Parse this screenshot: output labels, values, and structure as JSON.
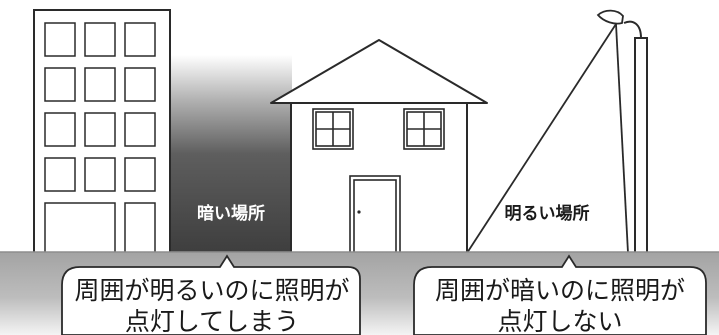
{
  "labels": {
    "dark_place": "暗い場所",
    "bright_place": "明るい場所"
  },
  "callouts": {
    "left": {
      "line1": "周囲が明るいのに照明が",
      "line2": "点灯してしまう"
    },
    "right": {
      "line1": "周囲が暗いのに照明が",
      "line2": "点灯しない"
    }
  },
  "colors": {
    "outline": "#2a2a2a",
    "ground": "#a7a7a7",
    "dark_area": "#444444",
    "background": "#ffffff"
  }
}
